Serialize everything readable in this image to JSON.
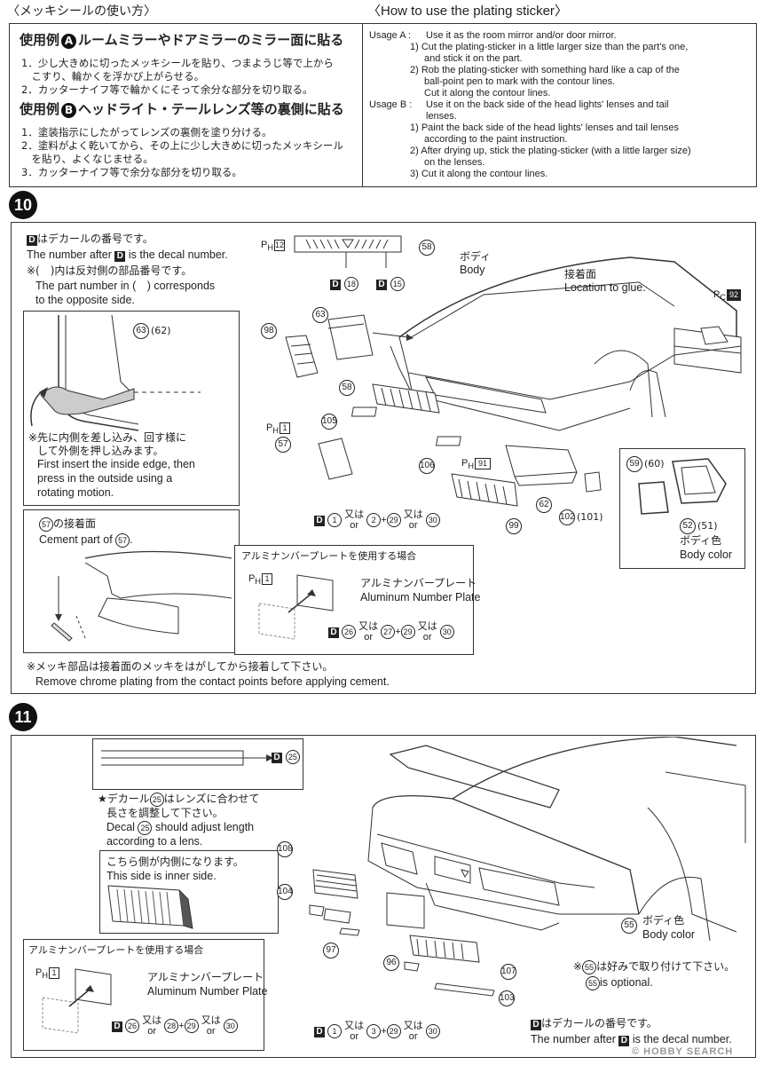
{
  "sticker": {
    "jp_title": "〈メッキシールの使い方〉",
    "en_title": "〈How to use the plating sticker〉",
    "jp": {
      "a_head": "使用例",
      "a_letter": "A",
      "a_head2": "ルームミラーやドアミラーのミラー面に貼る",
      "a_1": "1．少し大きめに切ったメッキシールを貼り、つまようじ等で上から",
      "a_1b": "　こすり、輪かくを浮かび上がらせる。",
      "a_2": "2．カッターナイフ等で輪かくにそって余分な部分を切り取る。",
      "b_head": "使用例",
      "b_letter": "B",
      "b_head2": "ヘッドライト・テールレンズ等の裏側に貼る",
      "b_1": "1．塗装指示にしたがってレンズの裏側を塗り分ける。",
      "b_2": "2．塗料がよく乾いてから、その上に少し大きめに切ったメッキシール",
      "b_2b": "　を貼り、よくなじませる。",
      "b_3": "3．カッターナイフ等で余分な部分を切り取る。"
    },
    "en": {
      "a_label": "Usage A :",
      "a_text": "Use it as the room mirror and/or door mirror.",
      "a_1": "1) Cut the plating-sticker in a little larger size than the part's one,",
      "a_1b": "and stick it on the part.",
      "a_2": "2) Rob the plating-sticker with something hard like a cap of the",
      "a_2b": "ball-point pen to mark with the contour lines.",
      "a_2c": "Cut it along the contour lines.",
      "b_label": "Usage B :",
      "b_text": "Use it on the back side of the head lights' lenses and tail",
      "b_textb": "lenses.",
      "b_1": "1) Paint the back side of the head lights' lenses and tail lenses",
      "b_1b": "according to the paint instruction.",
      "b_2": "2) After drying up, stick the plating-sticker (with a little larger size)",
      "b_2b": "on the lenses.",
      "b_3": "3) Cut it along the contour lines."
    }
  },
  "step10": {
    "number": "10",
    "decal_jp": "はデカールの番号です。",
    "decal_en": "The number after",
    "decal_en2": "is the decal number.",
    "paren_jp": "※(　)内は反対側の部品番号です。",
    "paren_en": "The part number in (　) corresponds",
    "paren_en2": "to the opposite side.",
    "insert_jp": "※先に内側を差し込み、回す様に",
    "insert_jp2": "して外側を押し込みます。",
    "insert_en": "First insert the inside edge, then",
    "insert_en2": "press in the outside using a",
    "insert_en3": "rotating motion.",
    "cement_jp": "の接着面",
    "cement_en": "Cement part of",
    "body_jp": "ボディ",
    "body_en": "Body",
    "glue_jp": "接着面",
    "glue_en": "Location to glue.",
    "body_color_jp": "ボディ色",
    "body_color_en": "Body color",
    "alum_title": "アルミナンバープレートを使用する場合",
    "alum_jp": "アルミナンバープレート",
    "alum_en": "Aluminum Number Plate",
    "chrome_jp": "※メッキ部品は接着面のメッキをはがしてから接着して下さい。",
    "chrome_en": "Remove chrome plating from the contact points before applying cement.",
    "or_jp": "又は",
    "or_en": "or",
    "plus": "+",
    "parts": [
      "63",
      "62",
      "98",
      "58",
      "105",
      "57",
      "106",
      "91",
      "99",
      "62",
      "102",
      "101",
      "59",
      "60",
      "52",
      "51",
      "12",
      "1",
      "92",
      "18",
      "15"
    ],
    "ph12": "12",
    "ph1": "1",
    "ph91": "91",
    "pc92": "92"
  },
  "step11": {
    "number": "11",
    "decal_lens_jp": "★デカール",
    "decal_lens_jp2": "はレンズに合わせて",
    "decal_lens_jp3": "長さを調整して下さい。",
    "decal_lens_en": "Decal",
    "decal_lens_en2": "should adjust length",
    "decal_lens_en3": "according to a lens.",
    "inner_jp": "こちら側が内側になります。",
    "inner_en": "This side is inner side.",
    "alum_title": "アルミナンバープレートを使用する場合",
    "alum_jp": "アルミナンバープレート",
    "alum_en": "Aluminum Number Plate",
    "body_color_jp": "ボディ色",
    "body_color_en": "Body color",
    "optional_jp": "※",
    "optional_jp2": "は好みで取り付けて下さい。",
    "optional_en": "is optional.",
    "decal_jp": "はデカールの番号です。",
    "decal_en": "The number after",
    "decal_en2": "is the decal number.",
    "or_jp": "又は",
    "or_en": "or",
    "watermark": "HOBBY SEARCH"
  },
  "labels": {
    "D": "D",
    "A": "A",
    "B": "B",
    "ph": "P",
    "ph_sub": "H",
    "pc_sub": "C"
  },
  "nums": {
    "n1": "1",
    "n2": "2",
    "n3": "3",
    "n12": "12",
    "n15": "15",
    "n18": "18",
    "n25": "25",
    "n26": "26",
    "n27": "27",
    "n28": "28",
    "n29": "29",
    "n30": "30",
    "n51": "51",
    "n52": "52",
    "n55": "55",
    "n57": "57",
    "n58": "58",
    "n59": "59",
    "n60": "60",
    "n62": "62",
    "n63": "63",
    "n91": "91",
    "n92": "92",
    "n96": "96",
    "n97": "97",
    "n98": "98",
    "n99": "99",
    "n101": "101",
    "n102": "102",
    "n103": "103",
    "n104": "104",
    "n105": "105",
    "n106": "106",
    "n107": "107",
    "n108": "108"
  }
}
